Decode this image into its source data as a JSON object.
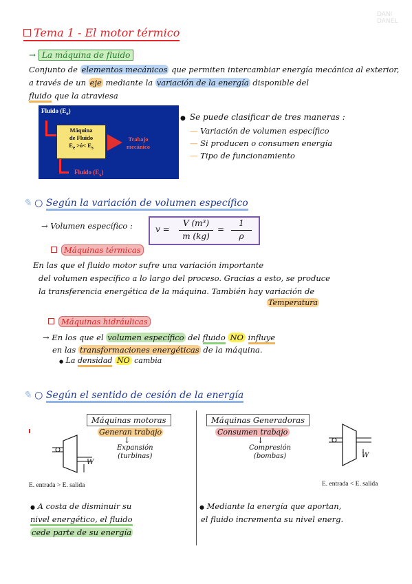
{
  "watermark": "DANI\nDANEL",
  "title": "Tema 1 - El motor térmico",
  "fluid_machine": {
    "heading": "La máquina de fluido",
    "definition": {
      "l1_a": "Conjunto de",
      "l1_b": "elementos mecánicos",
      "l1_c": "que permiten intercambiar energía mecánica al exterior,",
      "l2_a": "a través de un",
      "l2_b": "eje",
      "l2_c": "mediante la",
      "l2_d": "variación de la energía",
      "l2_e": "disponible del",
      "l3_a": "fluido",
      "l3_b": "que la atraviesa"
    },
    "diagram": {
      "fluid_in": "Fluido (E",
      "fluid_in_sub": "e",
      "machine_l1": "Máquina",
      "machine_l2": "de Fluido",
      "machine_l3": "E",
      "machine_l3_sub1": "e",
      "machine_l3_mid": " >ó< E",
      "machine_l3_sub2": "s",
      "work_l1": "Trabajo",
      "work_l2": "mecánico",
      "fluid_out": "Fluido (E",
      "fluid_out_sub": "s"
    },
    "classification": {
      "intro": "Se puede clasificar de tres maneras :",
      "items": [
        "Variación de volumen específico",
        "Si producen o consumen energía",
        "Tipo de funcionamiento"
      ]
    }
  },
  "section_volume": {
    "heading": "Según la variación de volumen específico",
    "specific_volume_label": "Volumen específico :",
    "formula": {
      "lhs": "v =",
      "num": "V (m³)",
      "den": "m (kg)",
      "eq": "=",
      "num2": "1",
      "den2": "ρ"
    },
    "thermal": {
      "label": "Máquinas térmicas",
      "l1": "En las que el fluido motor sufre una variación importante",
      "l2": "del volumen específico a lo largo del proceso. Gracias a esto, se produce",
      "l3": "la transferencia energética de la máquina. También hay variación de",
      "l4": "Temperatura"
    },
    "hydraulic": {
      "label": "Máquinas hidráulicas",
      "l1_a": "En los que el",
      "l1_b": "volumen específico",
      "l1_c": "del",
      "l1_d": "fluido",
      "l1_e": "NO",
      "l1_f": "influye",
      "l2_a": "en las",
      "l2_b": "transformaciones energéticas",
      "l2_c": "de la máquina.",
      "l3_a": "La",
      "l3_b": "densidad",
      "l3_c": "NO",
      "l3_d": "cambia"
    }
  },
  "section_energy": {
    "heading": "Según el sentido de cesión de la energía",
    "motor": {
      "title": "Máquinas motoras",
      "subtitle": "Generan trabajo",
      "note_l1": "Expansión",
      "note_l2": "(turbinas)",
      "w": "W",
      "caption": "E. entrada > E. salida",
      "text_l1": "A costa de disminuir su",
      "text_l2": "nivel energético, el fluido",
      "text_l3": "cede parte de su energía"
    },
    "generator": {
      "title": "Máquinas Generadoras",
      "subtitle": "Consumen trabajo",
      "note_l1": "Compresión",
      "note_l2": "(bombas)",
      "w": "W",
      "caption": "E. entrada < E. salida",
      "text_l1": "Mediante la energía que aportan,",
      "text_l2": "el fluido incrementa su nivel energ."
    }
  }
}
